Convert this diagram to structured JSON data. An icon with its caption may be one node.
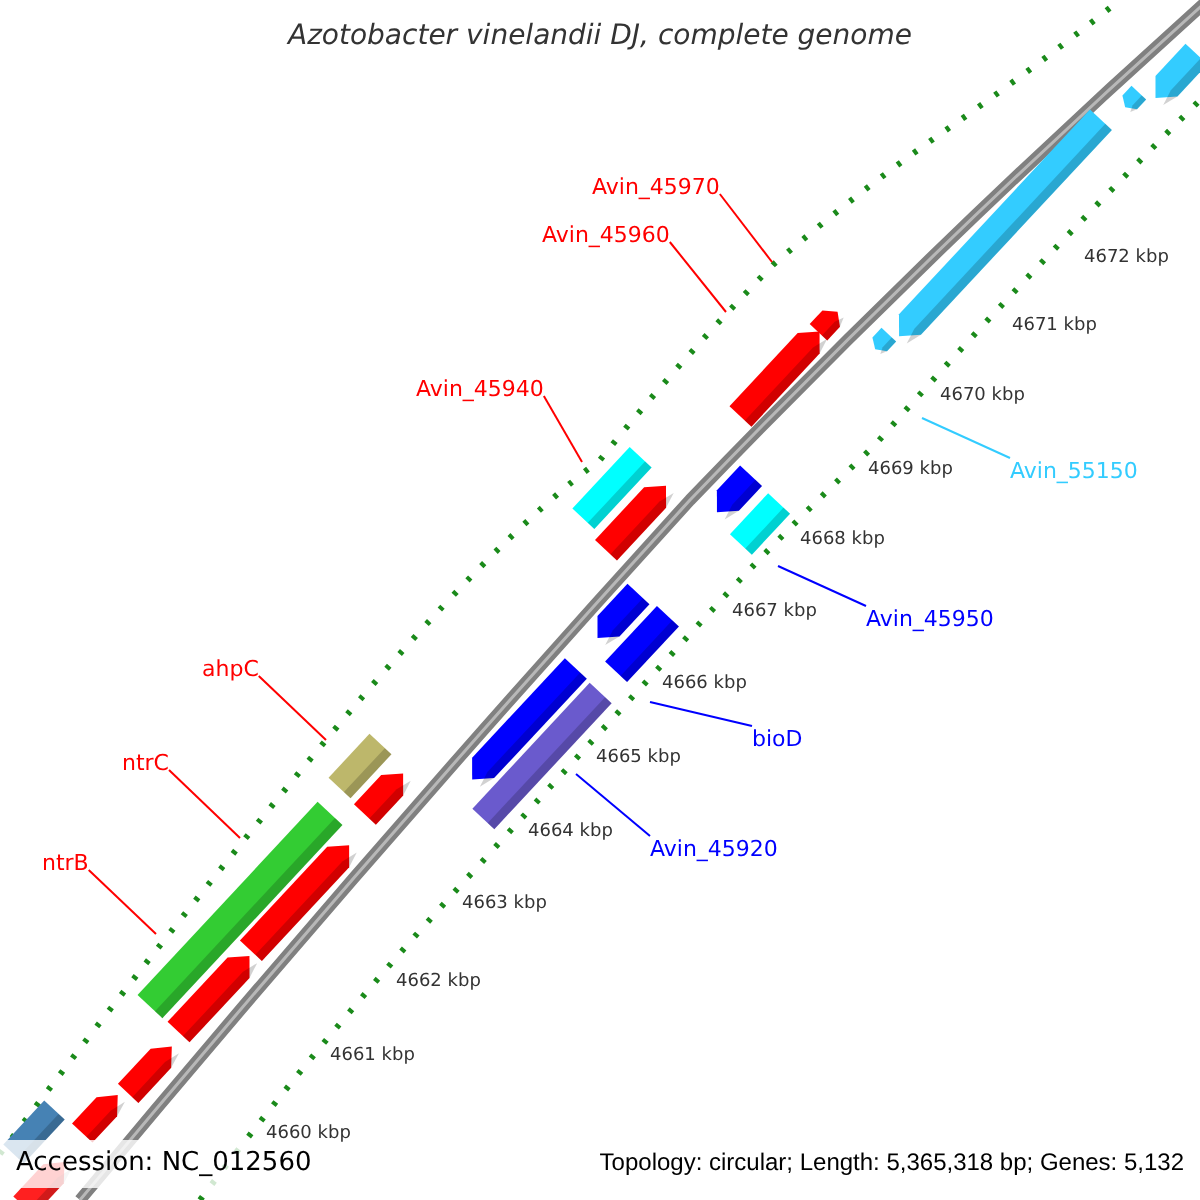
{
  "diagram": {
    "title": "Azotobacter vinelandii DJ, complete genome",
    "nodes": [
      {
        "text": [
          "Avin_45970"
        ]
      },
      {
        "text": [
          "Avin_45960"
        ]
      },
      {
        "text": [
          "Avin_45940"
        ]
      },
      {
        "text": [
          "Avin_55150"
        ]
      },
      {
        "text": [
          "Avin_45950"
        ]
      },
      {
        "text": [
          "ahpC"
        ]
      },
      {
        "text": [
          "bioD"
        ]
      },
      {
        "text": [
          "ntrC"
        ]
      },
      {
        "text": [
          "Avin_45920"
        ]
      },
      {
        "text": [
          "ntrB"
        ]
      }
    ],
    "edges": [
      {
        "from": 0,
        "to": null,
        "arrow": "none"
      },
      {
        "from": 1,
        "to": null,
        "arrow": "none"
      },
      {
        "from": 2,
        "to": null,
        "arrow": "none"
      },
      {
        "from": 3,
        "to": null,
        "arrow": "none",
        "color": "#33ccff"
      },
      {
        "from": 4,
        "to": null,
        "arrow": "none",
        "color": "#0000ff"
      },
      {
        "from": 5,
        "to": null,
        "arrow": "none"
      },
      {
        "from": 6,
        "to": null,
        "arrow": "none",
        "color": "#0000ff"
      },
      {
        "from": 7,
        "to": null,
        "arrow": "none"
      },
      {
        "from": 8,
        "to": null,
        "arrow": "none",
        "color": "#0000ff"
      },
      {
        "from": 9,
        "to": null,
        "arrow": "none"
      }
    ],
    "labels": [
      "4672 kbp",
      "4671 kbp",
      "4670 kbp",
      "4669 kbp",
      "4668 kbp",
      "4667 kbp",
      "4666 kbp",
      "4665 kbp",
      "4664 kbp",
      "4663 kbp",
      "4662 kbp",
      "4661 kbp",
      "4660 kbp",
      "Accession: NC_012560",
      "Topology: circular; Length: 5,365,318 bp; Genes: 5,132"
    ]
  }
}
